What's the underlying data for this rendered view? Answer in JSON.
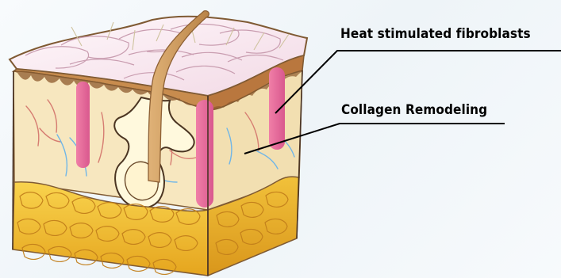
{
  "labels": {
    "heat_stimulated": "Heat stimulated fibroblasts",
    "collagen": "Collagen Remodeling"
  },
  "colors": {
    "dermis": "#f7e7bf",
    "epidermis": "#c98d4e",
    "fat": "#f0bd28",
    "hair": "#d8a96c",
    "fibroblast_bar": "#ea6f9c",
    "callout_line": "#000000",
    "background": "#f3f7fa"
  },
  "icons": [
    "skin-cross-section-illustration"
  ]
}
